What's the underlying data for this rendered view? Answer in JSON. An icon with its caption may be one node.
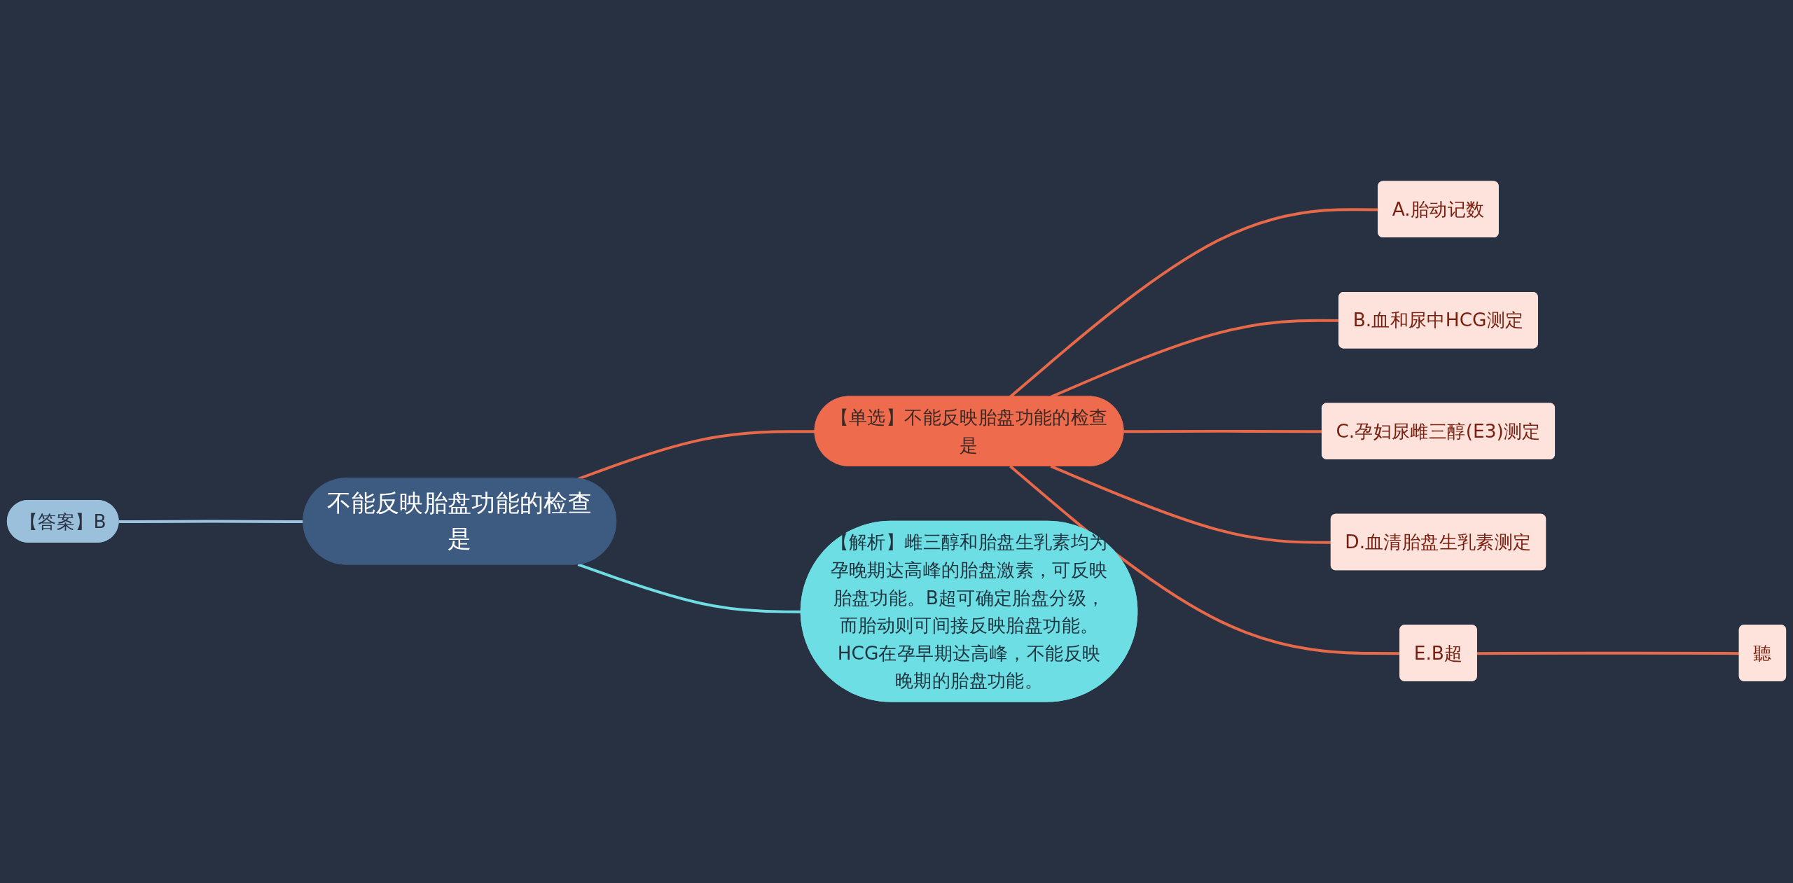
{
  "diagram": {
    "nodes": [
      {
        "text": [
          "不能反映胎盘功能的检查是"
        ]
      },
      {
        "text": [
          "【答案】B"
        ]
      },
      {
        "text": [
          "【单选】不能反映胎盘功能的检查是"
        ]
      },
      {
        "text": [
          "A.胎动记数"
        ]
      },
      {
        "text": [
          "B.血和尿中HCG测定"
        ]
      },
      {
        "text": [
          "C.孕妇尿雌三醇(E3)测定"
        ]
      },
      {
        "text": [
          "D.血清胎盘生乳素测定"
        ]
      },
      {
        "text": [
          "E.B超"
        ]
      },
      {
        "text": [
          "聽"
        ]
      },
      {
        "text": [
          "【解析】雌三醇和胎盘生乳素均为孕晚期达高峰的胎盘激素，可反映胎盘功能。B超可确定胎盘分级，而胎动则可间接反映胎盘功能。HCG在孕早期达高峰，不能反映晚期的胎盘功能。"
        ]
      }
    ],
    "edges": [
      {
        "from": 1,
        "to": 0,
        "arrow": "none",
        "color": "#9cc3e0"
      },
      {
        "from": 0,
        "to": 2,
        "arrow": "none"
      },
      {
        "from": 2,
        "to": 3,
        "arrow": "none"
      },
      {
        "from": 2,
        "to": 4,
        "arrow": "none"
      },
      {
        "from": 2,
        "to": 5,
        "arrow": "none"
      },
      {
        "from": 2,
        "to": 6,
        "arrow": "none"
      },
      {
        "from": 2,
        "to": 7,
        "arrow": "none"
      },
      {
        "from": 7,
        "to": 8,
        "arrow": "none"
      },
      {
        "from": 0,
        "to": 9,
        "arrow": "none",
        "color": "#6fdde3"
      }
    ]
  }
}
